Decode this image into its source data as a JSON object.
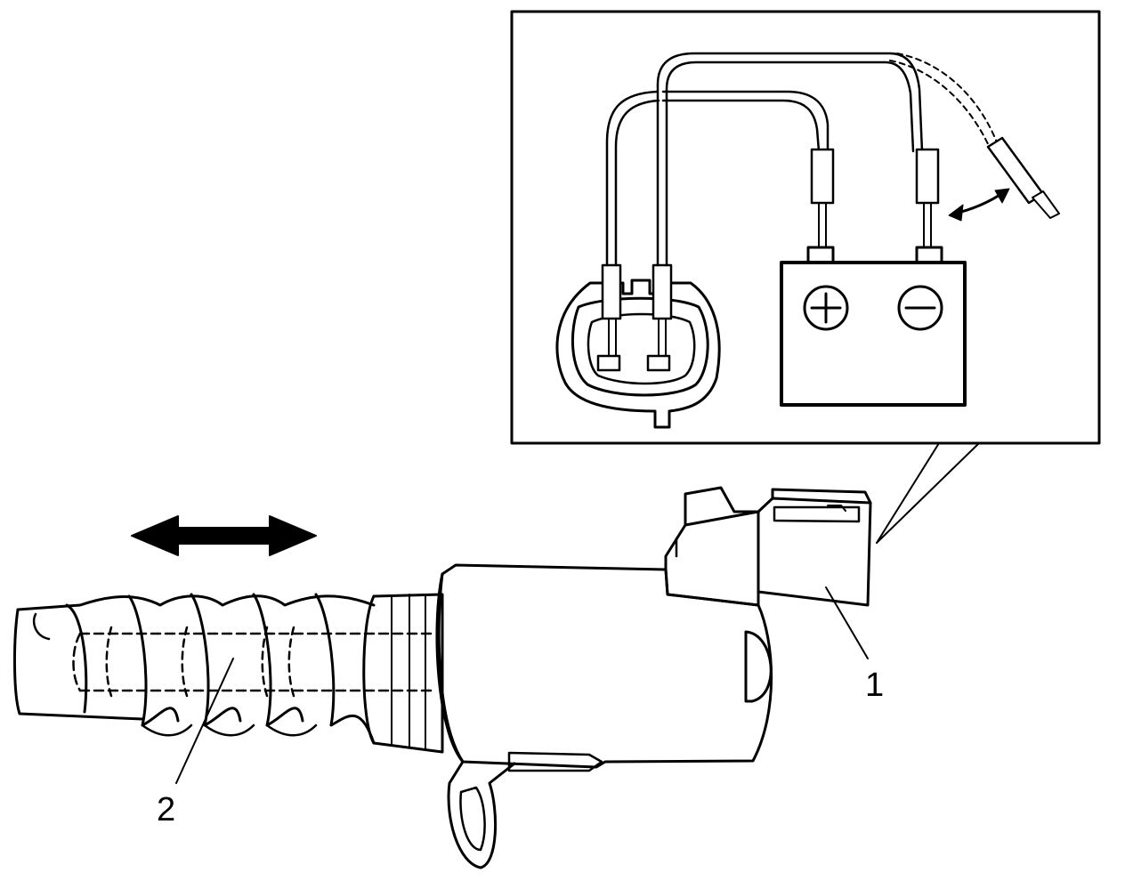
{
  "callouts": [
    {
      "id": "1",
      "label": "1"
    },
    {
      "id": "2",
      "label": "2"
    }
  ],
  "battery": {
    "positive_symbol": "+",
    "negative_symbol": "−"
  },
  "colors": {
    "line": "#000000",
    "background": "#ffffff"
  }
}
